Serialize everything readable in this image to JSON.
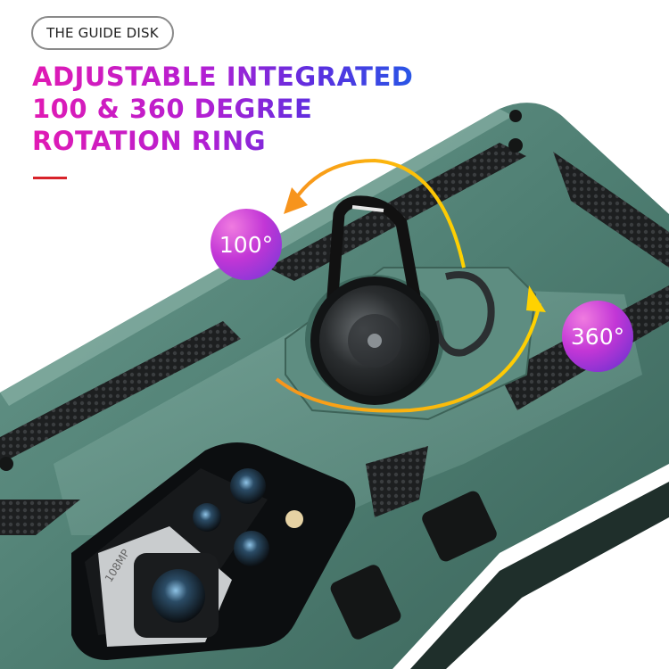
{
  "badge_top": "THE GUIDE DISK",
  "headline": {
    "line1": "ADJUSTABLE INTEGRATED",
    "line2": "100 & 360 DEGREE",
    "line3": "ROTATION RING"
  },
  "badges": {
    "left": "100°",
    "right": "360°"
  },
  "lens_text": "108MP",
  "colors": {
    "case_green": "#4f7f73",
    "case_dark": "#2a4a43",
    "headline_start": "#e11ab3",
    "headline_end": "#2856e6",
    "arrow_orange": "#f5a623",
    "accent_red": "#d8232a"
  }
}
